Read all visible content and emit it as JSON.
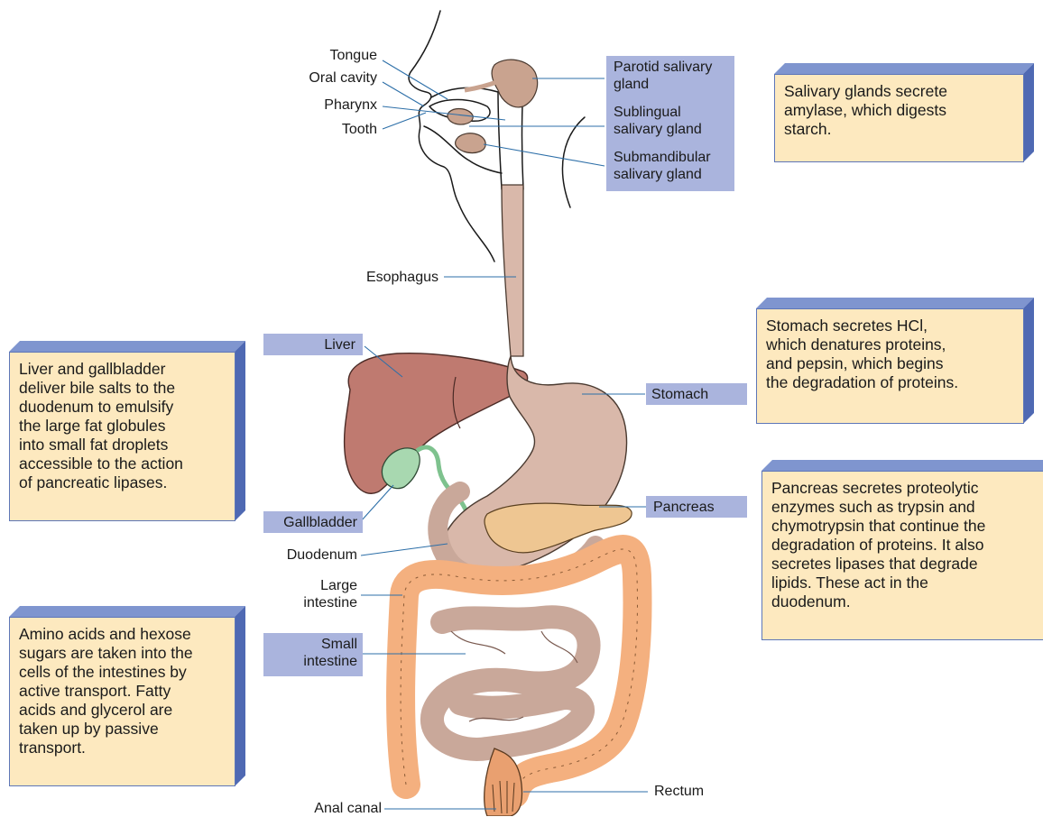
{
  "labels": {
    "tongue": "Tongue",
    "oral_cavity": "Oral cavity",
    "pharynx": "Pharynx",
    "tooth": "Tooth",
    "parotid": [
      "Parotid salivary",
      "gland"
    ],
    "sublingual": [
      "Sublingual",
      "salivary gland"
    ],
    "submandibular": [
      "Submandibular",
      "salivary gland"
    ],
    "esophagus": "Esophagus",
    "liver": "Liver",
    "stomach": "Stomach",
    "gallbladder": "Gallbladder",
    "pancreas": "Pancreas",
    "duodenum": "Duodenum",
    "large_intestine": [
      "Large",
      "intestine"
    ],
    "small_intestine": [
      "Small",
      "intestine"
    ],
    "rectum": "Rectum",
    "anal_canal": "Anal canal"
  },
  "notes": {
    "salivary": [
      "Salivary glands secrete",
      "amylase, which digests",
      "starch."
    ],
    "stomach": [
      "Stomach secretes HCl,",
      "which denatures proteins,",
      "and pepsin, which begins",
      "the degradation of proteins."
    ],
    "liver": [
      "Liver and gallbladder",
      "deliver bile salts to the",
      "duodenum to emulsify",
      "the large fat globules",
      "into small fat droplets",
      "accessible to the action",
      "of pancreatic lipases."
    ],
    "pancreas": [
      "Pancreas secretes proteolytic",
      "enzymes such as trypsin and",
      "chymotrypsin that continue the",
      "degradation of proteins. It also",
      "secretes lipases that degrade",
      "lipids. These act in the",
      "duodenum."
    ],
    "intestine": [
      "Amino acids and hexose",
      "sugars are taken into the",
      "cells of the intestines by",
      "active transport. Fatty",
      "acids and glycerol are",
      "taken up by passive",
      "transport."
    ]
  },
  "colors": {
    "highlight": "#aab4dd",
    "note_face": "#fde9bf",
    "note_edge": "#5d76b8",
    "liver": "#bf7a70",
    "stomach": "#d9b8aa",
    "intestine_large": "#f4b07f",
    "gallbladder": "#a8d8b0",
    "pancreas": "#eec692",
    "leader_line": "#2d6fa8"
  }
}
